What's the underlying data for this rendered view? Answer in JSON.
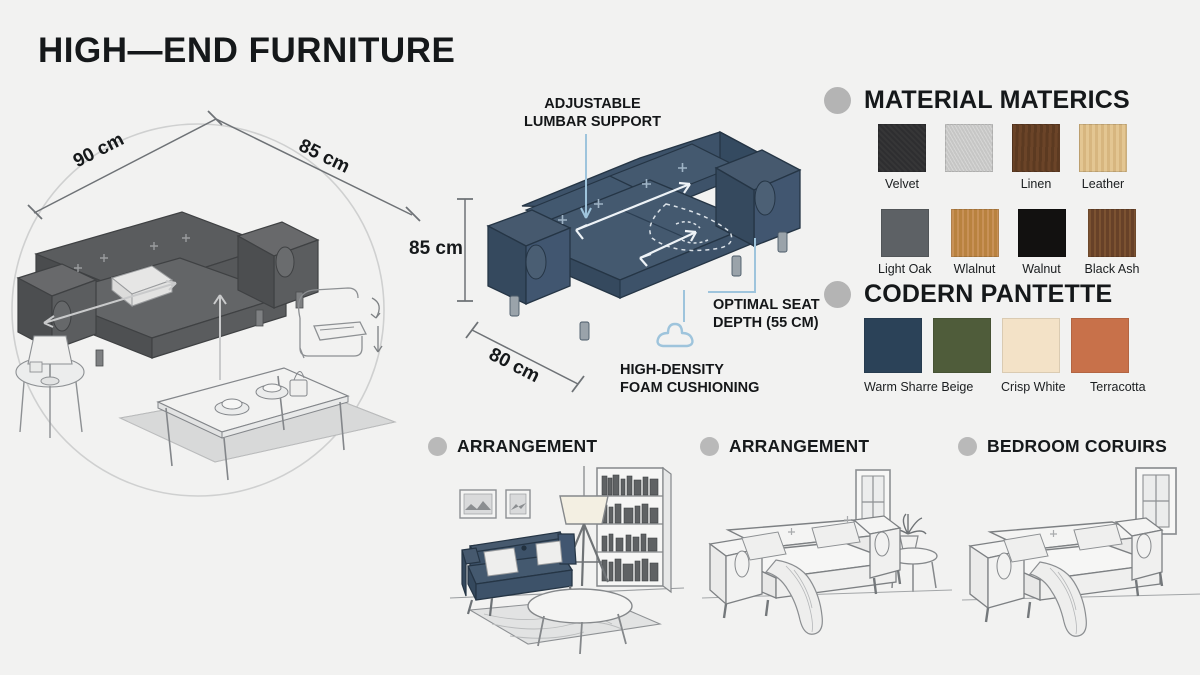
{
  "page": {
    "title": "HIGH—END FURNITURE",
    "background_color": "#f2f2f1"
  },
  "dimensions": {
    "width_label": "90 cm",
    "depth_label": "85 cm",
    "height_label": "85 cm",
    "seat_label": "80 cm"
  },
  "callouts": {
    "lumbar_line1": "ADJUSTABLE",
    "lumbar_line2": "LUMBAR SUPPORT",
    "seat_depth_line1": "OPTIMAL SEAT",
    "seat_depth_line2": "DEPTH (55 CM)",
    "foam_line1": "HIGH-DENSITY",
    "foam_line2": "FOAM CUSHIONING"
  },
  "materials": {
    "heading": "MATERIAL MATERICS",
    "bullet_color": "#b4b4b4",
    "row1": [
      {
        "label": "Velvet",
        "color": "#2e2e30",
        "texture": "speckle-dark"
      },
      {
        "label": "",
        "color": "#d3d3d2",
        "texture": "speckle-light"
      },
      {
        "label": "Linen",
        "color": "#6b4428",
        "texture": "wood-brown"
      },
      {
        "label": "Leather",
        "color": "#e0c08a",
        "texture": "wood-light"
      }
    ],
    "row2": [
      {
        "label": "Light Oak",
        "color": "#5d6165",
        "texture": "flat"
      },
      {
        "label": "Wlalnut",
        "color": "#c08c4e",
        "texture": "wood-oak"
      },
      {
        "label": "Walnut",
        "color": "#121110",
        "texture": "flat"
      },
      {
        "label": "Black Ash",
        "color": "#7b5231",
        "texture": "wood-dark"
      }
    ]
  },
  "palette": {
    "heading": "CODERN PANTETTE",
    "bullet_color": "#b4b4b4",
    "swatches": [
      {
        "color": "#2b4258",
        "name": "navy"
      },
      {
        "color": "#4f5c3a",
        "name": "olive"
      },
      {
        "color": "#f3e2c7",
        "name": "cream"
      },
      {
        "color": "#c8714a",
        "name": "terracotta"
      }
    ],
    "labels": [
      "Warm Sharre Beige",
      "Crisp White",
      "Terracotta"
    ]
  },
  "scenes": [
    {
      "heading": "ARRANGEMENT"
    },
    {
      "heading": "ARRANGEMENT"
    },
    {
      "heading": "BEDROOM CORUIRS"
    }
  ],
  "colors": {
    "sofa_navy": "#3a5068",
    "sofa_navy_dark": "#2b3d50",
    "sofa_gray": "#555759",
    "sofa_gray_dark": "#434547",
    "line": "#6e7276",
    "leader": "#9ec4dc"
  }
}
